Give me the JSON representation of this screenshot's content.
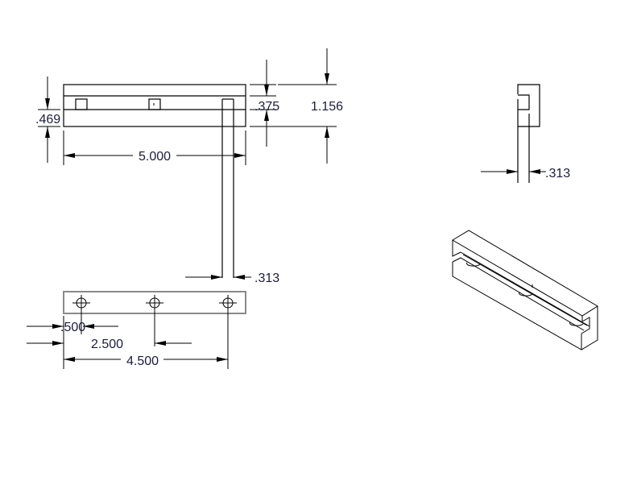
{
  "front_view": {
    "width_label": "5.000",
    "height_label": "1.156",
    "slot_label": ".375",
    "lower_label": ".469",
    "slot_width_label": ".313"
  },
  "top_view": {
    "first_hole_label": ".500",
    "middle_hole_label": "2.500",
    "last_hole_label": "4.500"
  },
  "side_view": {
    "thickness_label": ".313"
  }
}
